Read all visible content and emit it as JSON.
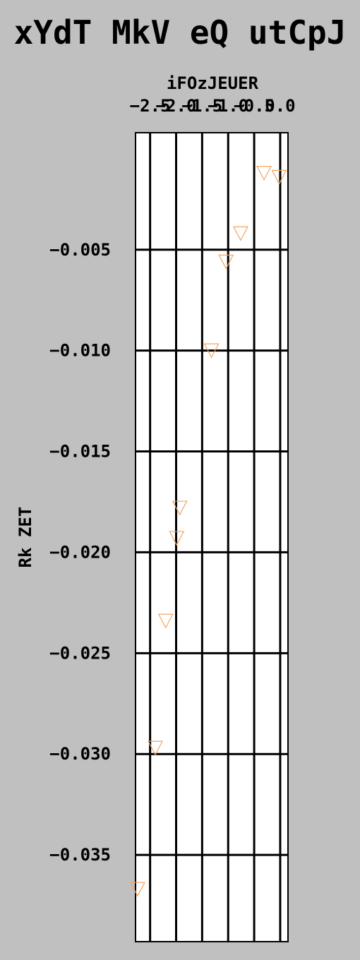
{
  "chart_data": {
    "type": "scatter",
    "title": "xYdT MkV eQ utCpJ",
    "xlabel": "iFOzJEUER",
    "ylabel": "Rk ZET",
    "xlim": [
      -2.78,
      0.15
    ],
    "ylim": [
      -0.0393,
      0.0008
    ],
    "x_axis_position": "top",
    "xticks": [
      -2.5,
      -2.0,
      -1.5,
      -1.0,
      -0.5,
      0.0
    ],
    "xtick_labels": [
      "−2.5",
      "−2.0",
      "−1.5",
      "−1.0",
      "−0.5",
      "0.0"
    ],
    "yticks": [
      -0.005,
      -0.01,
      -0.015,
      -0.02,
      -0.025,
      -0.03,
      -0.035
    ],
    "ytick_labels": [
      "−0.005",
      "−0.010",
      "−0.015",
      "−0.020",
      "−0.025",
      "−0.030",
      "−0.035"
    ],
    "grid": true,
    "marker": "triangle-down",
    "marker_color": "#f4a460",
    "series": [
      {
        "points": [
          {
            "x": -0.31,
            "y": -0.0012
          },
          {
            "x": -0.02,
            "y": -0.0014
          },
          {
            "x": -0.76,
            "y": -0.0042
          },
          {
            "x": -1.04,
            "y": -0.0056
          },
          {
            "x": -1.32,
            "y": -0.01
          },
          {
            "x": -1.93,
            "y": -0.0178
          },
          {
            "x": -1.99,
            "y": -0.0193
          },
          {
            "x": -2.2,
            "y": -0.0234
          },
          {
            "x": -2.4,
            "y": -0.0297
          },
          {
            "x": -2.74,
            "y": -0.0367
          }
        ]
      }
    ]
  }
}
